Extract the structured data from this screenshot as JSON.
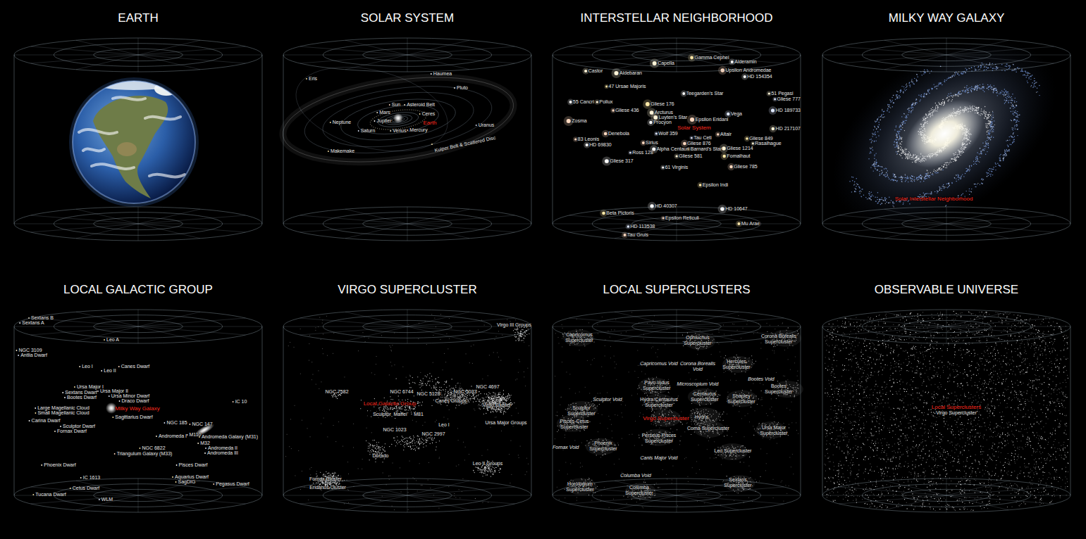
{
  "diagram": {
    "nodes": [
      {
        "text": [
          "EARTH"
        ]
      },
      {
        "text": [
          "SOLAR SYSTEM",
          "Eris",
          "Haumea",
          "Pluto",
          "Sun",
          "Asteroid Belt",
          "Mars",
          "Ceres",
          "Earth",
          "Jupiter",
          "Neptune",
          "Uranus",
          "Saturn",
          "Venus",
          "Mercury",
          "Kuiper Belt & Scattered Disc",
          "Makemake"
        ]
      },
      {
        "text": [
          "INTERSTELLAR NEIGHBORHOOD",
          "Gamma Cephei",
          "Alderamin",
          "Capella",
          "Castor",
          "Aldebaran",
          "Upsilon Andromedae",
          "HD 154354",
          "47 Ursae Majoris",
          "Teegarden's Star",
          "51 Pegasi",
          "Gliese 777",
          "55 Cancri",
          "Pollux",
          "Gliese 176",
          "Gliese 436",
          "HD 189733",
          "Vega",
          "Arcturus",
          "Luyten's Star",
          "Epsilon Eridani",
          "Procyon",
          "Solar System",
          "Zosma",
          "HD 217107",
          "Denebola",
          "Wolf 359",
          "Altair",
          "Tau Ceti",
          "Gliese 849",
          "83 Leonis",
          "Gliese 876",
          "Rasalhague",
          "HD 69830",
          "Sirius",
          "Barnard's Star",
          "Ross 128",
          "Alpha Centauri",
          "Gliese 1214",
          "Fomalhaut",
          "Gliese 581",
          "Gliese 317",
          "Gliese 785",
          "61 Virginis",
          "Epsilon Indi",
          "HD 40307",
          "HD 10647",
          "Beta Pictoris",
          "Epsilon Reticuli",
          "Mu Arae",
          "HD 113538",
          "Tau Gruis"
        ]
      },
      {
        "text": [
          "MILKY WAY GALAXY",
          "Solar Interstellar Neighborhood"
        ]
      },
      {
        "text": [
          "LOCAL GALACTIC GROUP",
          "Sextans B",
          "Sextans A",
          "Leo A",
          "NGC 3109",
          "Antlia Dwarf",
          "Leo I",
          "Leo II",
          "Canes Dwarf",
          "Ursa Major I",
          "Sextans Dwarf",
          "Ursa Major II",
          "Ursa Minor Dwarf",
          "Draco Dwarf",
          "Bootes Dwarf",
          "Large Magellanic Cloud",
          "Small Magellanic Cloud",
          "Milky Way Galaxy",
          "Sagittarius Dwarf",
          "Carina Dwarf",
          "Sculptor Dwarf",
          "Fornax Dwarf",
          "IC 10",
          "NGC 185",
          "NGC 147",
          "Andromeda I",
          "M110",
          "Andromeda Galaxy (M31)",
          "M32",
          "NGC 6822",
          "Andromeda II",
          "Triangulum Galaxy (M33)",
          "Andromeda III",
          "Phoenix Dwarf",
          "Pisces Dwarf",
          "IC 1613",
          "Aquarius Dwarf",
          "SagDIG",
          "Pegasus Dwarf",
          "Cetus Dwarf",
          "Tucana Dwarf",
          "WLM"
        ]
      },
      {
        "text": [
          "VIRGO SUPERCLUSTER",
          "Virgo III Groups",
          "NGC 7582",
          "NGC 6744",
          "NGC 5128",
          "NGC 5033",
          "NGC 4697",
          "Local Galactic Group",
          "Canes Groups",
          "Virgo Cluster",
          "Sculptor",
          "Maffei",
          "M81",
          "Leo I",
          "Ursa Major Groups",
          "NGC 1023",
          "NGC 2997",
          "Dorado",
          "Leo II Groups",
          "Fornax Cluster",
          "Eridanus Cluster"
        ]
      },
      {
        "text": [
          "LOCAL SUPERCLUSTERS",
          "Capricornus Supercluster",
          "Ophiuchus Supercluster",
          "Corona Borealis Supercluster",
          "Capricornus Void",
          "Corona Borealis Void",
          "Hercules Supercluster",
          "Bootes Void",
          "Bootes Supercluster",
          "Pavo-Indus Supercluster",
          "Microscopium Void",
          "Sculptor Void",
          "Hydra-Centaurus Supercluster",
          "Centaurus Supercluster",
          "Shapley Supercluster",
          "Sculptor Supercluster",
          "Pisces-Cetus Supercluster",
          "Virgo Supercluster",
          "Hydra",
          "Coma Supercluster",
          "Ursa Major Supercluster",
          "Fornax Void",
          "Phoenix Supercluster",
          "Perseus-Pisces Supercluster",
          "Leo Supercluster",
          "Canis Major Void",
          "Columba Void",
          "Horologium Supercluster",
          "Columba Supercluster",
          "Sextans Supercluster"
        ]
      },
      {
        "text": [
          "OBSERVABLE UNIVERSE",
          "Local Superclusters",
          "Virgo Supercluster"
        ]
      }
    ]
  }
}
